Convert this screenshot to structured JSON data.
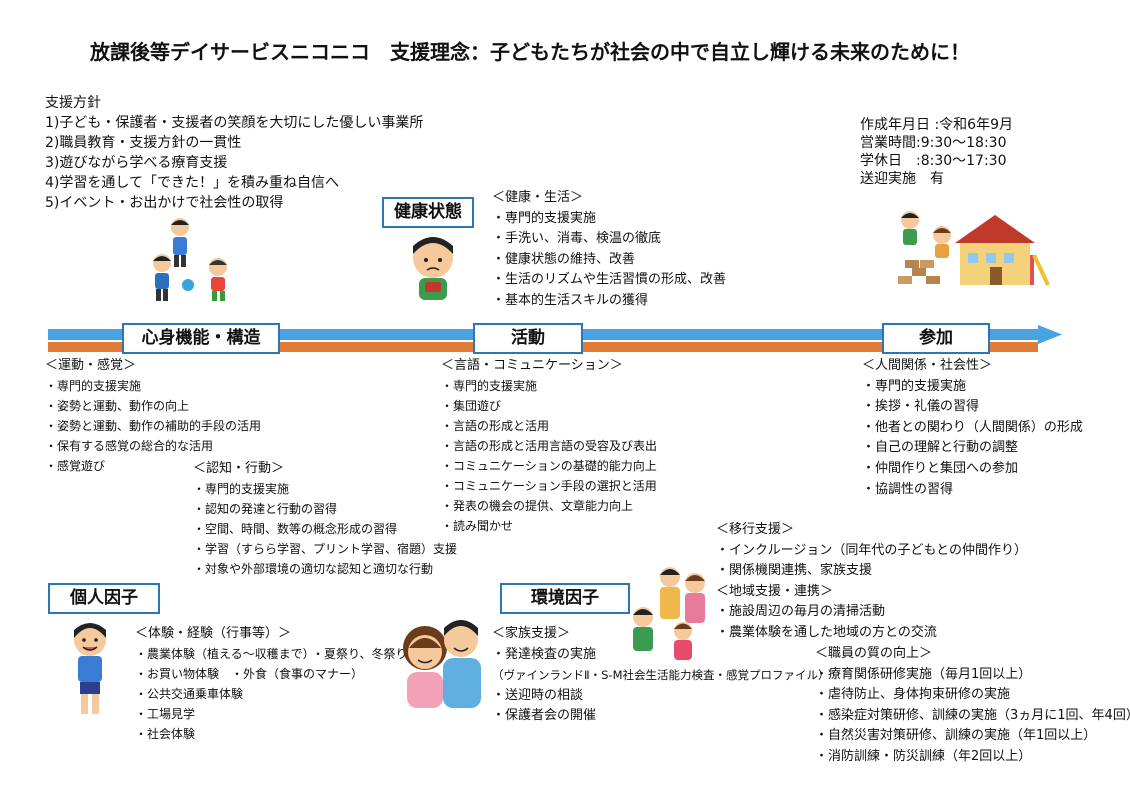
{
  "title": "放課後等デイサービスニコニコ　支援理念：子どもたちが社会の中で自立し輝ける未来のために！",
  "policy": {
    "heading": "支援方針",
    "items": [
      "1)子ども・保護者・支援者の笑顔を大切にした優しい事業所",
      "2)職員教育・支援方針の一貫性",
      "3)遊びながら学べる療育支援",
      "4)学習を通して「できた！」を積み重ね自信へ",
      "5)イベント・お出かけで社会性の取得"
    ]
  },
  "info": {
    "created": "作成年月日 :令和6年9月",
    "business_hours": "営業時間:9:30〜18:30",
    "school_holiday": "学休日　:8:30〜17:30",
    "transport": "送迎実施　有"
  },
  "labels": {
    "health": "健康状態",
    "body": "心身機能・構造",
    "activity": "活動",
    "participation": "参加",
    "personal": "個人因子",
    "environment": "環境因子"
  },
  "health": {
    "heading": "＜健康・生活＞",
    "items": [
      "・専門的支援実施",
      "・手洗い、消毒、検温の徹底",
      "・健康状態の維持、改善",
      "・生活のリズムや生活習慣の形成、改善",
      "・基本的生活スキルの獲得"
    ]
  },
  "motor": {
    "heading": "＜運動・感覚＞",
    "items": [
      "・専門的支援実施",
      "・姿勢と運動、動作の向上",
      "・姿勢と運動、動作の補助的手段の活用",
      "・保有する感覚の総合的な活用",
      "・感覚遊び"
    ]
  },
  "cognition": {
    "heading": "＜認知・行動＞",
    "items": [
      "・専門的支援実施",
      "・認知の発達と行動の習得",
      "・空間、時間、数等の概念形成の習得",
      "・学習（すらら学習、プリント学習、宿題）支援",
      "・対象や外部環境の適切な認知と適切な行動"
    ]
  },
  "language": {
    "heading": "＜言語・コミュニケーション＞",
    "items": [
      "・専門的支援実施",
      "・集団遊び",
      "・言語の形成と活用",
      "・言語の形成と活用言語の受容及び表出",
      "・コミュニケーションの基礎的能力向上",
      "・コミュニケーション手段の選択と活用",
      "・発表の機会の提供、文章能力向上",
      "・読み聞かせ"
    ]
  },
  "social": {
    "heading": "＜人間関係・社会性＞",
    "items": [
      "・専門的支援実施",
      "・挨拶・礼儀の習得",
      "・他者との関わり（人間関係）の形成",
      "・自己の理解と行動の調整",
      "・仲間作りと集団への参加",
      "・協調性の習得"
    ]
  },
  "experience": {
    "heading": "＜体験・経験（行事等）＞",
    "items": [
      "・農業体験（植える〜収穫まで）",
      "・お買い物体験　・外食（食事のマナー）",
      "・公共交通乗車体験",
      "・工場見学",
      "・社会体験"
    ],
    "extra": "・夏祭り、冬祭り"
  },
  "family": {
    "heading": "＜家族支援＞",
    "items": [
      "・発達検査の実施",
      "（ヴァインランドⅡ・S-M社会生活能力検査・感覚プロファイル）",
      "・送迎時の相談",
      "・保護者会の開催"
    ]
  },
  "transition": {
    "heading": "＜移行支援＞",
    "items": [
      "・インクルージョン（同年代の子どもとの仲間作り）",
      "・関係機関連携、家族支援"
    ]
  },
  "community": {
    "heading": "＜地域支援・連携＞",
    "items": [
      "・施設周辺の毎月の清掃活動",
      "・農業体験を通した地域の方との交流"
    ]
  },
  "staff": {
    "heading": "＜職員の質の向上＞",
    "items": [
      "・療育関係研修実施（毎月1回以上）",
      "・虐待防止、身体拘束研修の実施",
      "・感染症対策研修、訓練の実施（3ヵ月に1回、年4回）",
      "・自然災害対策研修、訓練の実施（年1回以上）",
      "・消防訓練・防災訓練（年2回以上）"
    ]
  },
  "colors": {
    "blue": "#4aa3e0",
    "orange": "#e07b39",
    "box_border": "#2e75b6"
  },
  "icons": [
    "kids-playing-illustration",
    "sick-boy-illustration",
    "kids-building-house-illustration",
    "happy-boy-illustration",
    "mother-father-illustration",
    "family-group-illustration"
  ]
}
